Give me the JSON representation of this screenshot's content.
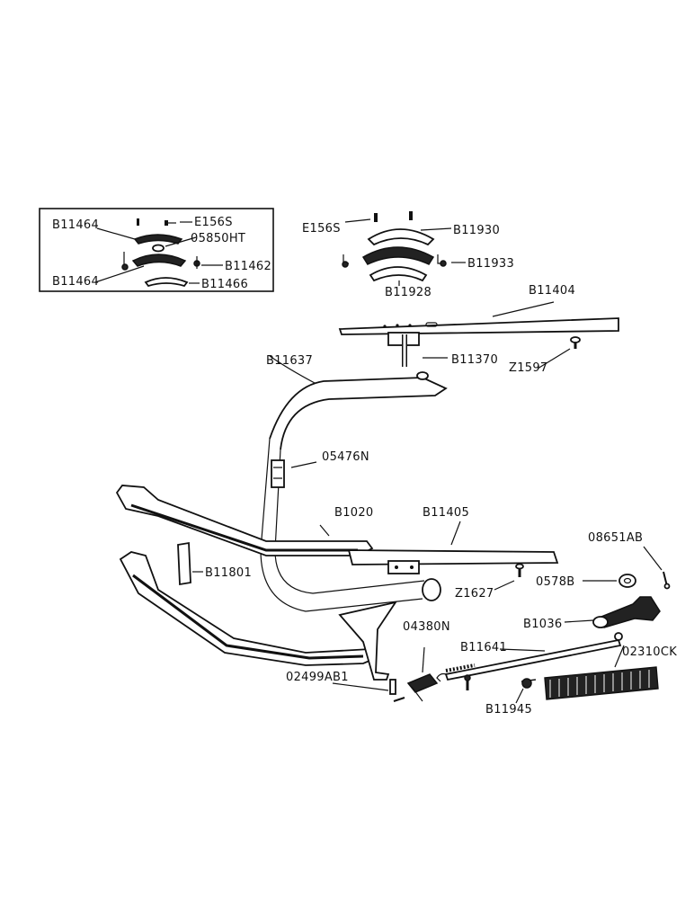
{
  "labels": {
    "inset_b11464_top": "B11464",
    "inset_e156s": "E156S",
    "inset_05850ht": "05850HT",
    "inset_b11464_bottom": "B11464",
    "inset_b11462": "B11462",
    "inset_b11466": "B11466",
    "e156s": "E156S",
    "b11930": "B11930",
    "b11933": "B11933",
    "b11928": "B11928",
    "b11404": "B11404",
    "b11637": "B11637",
    "b11370": "B11370",
    "z1597": "Z1597",
    "n05476": "05476N",
    "b1020": "B1020",
    "b11405": "B11405",
    "n08651ab": "08651AB",
    "b11801": "B11801",
    "z1627": "Z1627",
    "n0578b": "0578B",
    "b1036": "B1036",
    "n04380": "04380N",
    "b11641": "B11641",
    "n02310ck": "02310CK",
    "n02499ab1": "02499AB1",
    "b11945": "B11945"
  }
}
